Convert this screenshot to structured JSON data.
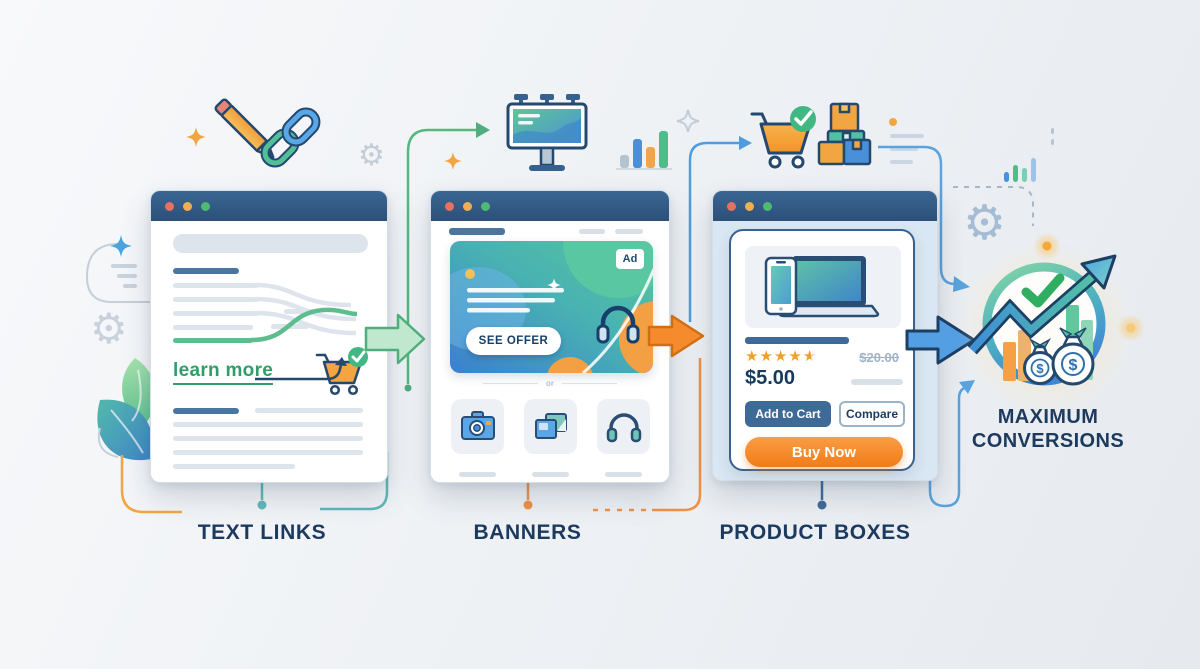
{
  "stages": {
    "text_links": {
      "label": "TEXT LINKS",
      "link_text": "learn more"
    },
    "banners": {
      "label": "BANNERS",
      "ad_badge": "Ad",
      "cta_button": "SEE OFFER",
      "divider_text": "or"
    },
    "product_boxes": {
      "label": "PRODUCT BOXES",
      "price": "$5.00",
      "old_price": "$20.00",
      "rating_stars": 4.5,
      "star_char": "★",
      "add_to_cart_button": "Add to Cart",
      "compare_button": "Compare",
      "buy_now_button": "Buy Now"
    },
    "result": {
      "title_line1": "MAXIMUM",
      "title_line2": "CONVERSIONS",
      "money_symbol": "$"
    }
  },
  "icons": {
    "gear_char": "⚙"
  },
  "colors": {
    "navy": "#1c3a5e",
    "titlebar_blue": "#2f5a85",
    "blue": "#4a90d9",
    "teal": "#53b9a0",
    "green": "#4dbd8a",
    "orange": "#f58a2e",
    "gold": "#f2a541",
    "line_gray": "#dde4ec",
    "background": "#eef1f5"
  }
}
